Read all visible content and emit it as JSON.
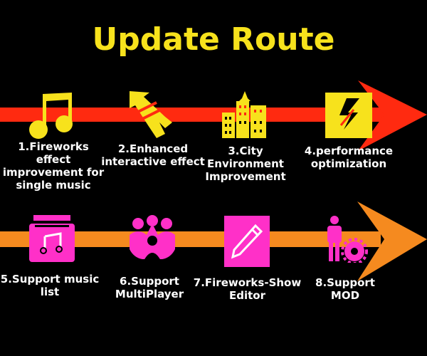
{
  "title": "Update Route",
  "colors": {
    "row1_arrow": "#ff2a10",
    "row1_icons": "#f7e21c",
    "row2_arrow": "#f58a1f",
    "row2_icons": "#ff30c8",
    "text": "#ffffff"
  },
  "row1": [
    {
      "label": "1.Fireworks effect improvement for single music",
      "icon": "music-note-icon"
    },
    {
      "label": "2.Enhanced interactive effect",
      "icon": "firework-rocket-icon"
    },
    {
      "label": "3.City Environment Improvement",
      "icon": "city-buildings-icon"
    },
    {
      "label": "4.performance optimization",
      "icon": "lightning-box-icon"
    }
  ],
  "row2": [
    {
      "label": "5.Support music list",
      "icon": "music-library-icon"
    },
    {
      "label": "6.Support MultiPlayer",
      "icon": "people-group-icon"
    },
    {
      "label": "7.Fireworks-Show Editor",
      "icon": "pencil-edit-icon"
    },
    {
      "label": "8.Support MOD",
      "icon": "person-gear-icon"
    }
  ]
}
